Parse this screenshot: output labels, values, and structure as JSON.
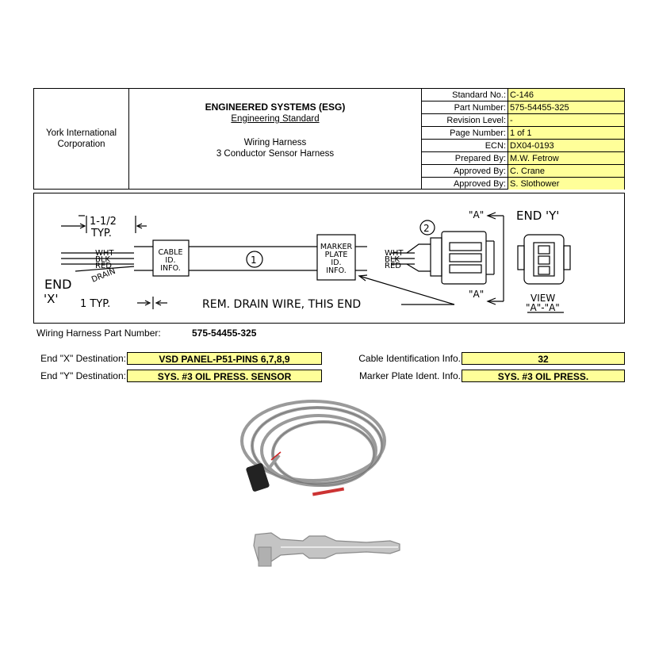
{
  "title_block": {
    "company": [
      "York International",
      "Corporation"
    ],
    "dept": "ENGINEERED SYSTEMS (ESG)",
    "standard_type": "Engineering Standard",
    "title1": "Wiring Harness",
    "title2": "3 Conductor Sensor Harness",
    "rows": [
      {
        "label": "Standard No.:",
        "value": "C-146"
      },
      {
        "label": "Part Number:",
        "value": "575-54455-325"
      },
      {
        "label": "Revision Level:",
        "value": "-"
      },
      {
        "label": "Page Number:",
        "value": "1 of 1"
      },
      {
        "label": "ECN:",
        "value": "DX04-0193"
      },
      {
        "label": "Prepared By:",
        "value": "M.W. Fetrow"
      },
      {
        "label": "Approved By:",
        "value": "C. Crane"
      },
      {
        "label": "Approved By:",
        "value": "S. Slothower"
      }
    ]
  },
  "drawing": {
    "dim_top": "1-1/2",
    "dim_top_typ": "TYP.",
    "wires": [
      "WHT",
      "BLK",
      "RED"
    ],
    "drain": "DRAIN",
    "end_x": "END",
    "end_x_label": "'X'",
    "dim_bottom": "1 TYP.",
    "cable_label": [
      "CABLE",
      "ID.",
      "INFO."
    ],
    "marker_label": [
      "MARKER",
      "PLATE",
      "ID.",
      "INFO."
    ],
    "balloon_1": "1",
    "balloon_2": "2",
    "note": "REM. DRAIN WIRE, THIS END",
    "section_a": "\"A\"",
    "end_y": "END 'Y'",
    "view": "VIEW",
    "view_section": "\"A\"-\"A\""
  },
  "harness": {
    "part_label": "Wiring Harness Part Number:",
    "part_value": "575-54455-325",
    "end_x_label": "End \"X\" Destination:",
    "end_x_value": "VSD PANEL-P51-PINS 6,7,8,9",
    "end_y_label": "End \"Y\" Destination:",
    "end_y_value": "SYS. #3 OIL PRESS. SENSOR",
    "cable_label": "Cable Identification Info.",
    "cable_value": "32",
    "marker_label": "Marker Plate Ident. Info.",
    "marker_value": "SYS. #3 OIL PRESS."
  },
  "colors": {
    "field_bg": "#ffff99",
    "cable_gray": "#9a9a9a",
    "terminal_metal": "#bdbdbd"
  }
}
